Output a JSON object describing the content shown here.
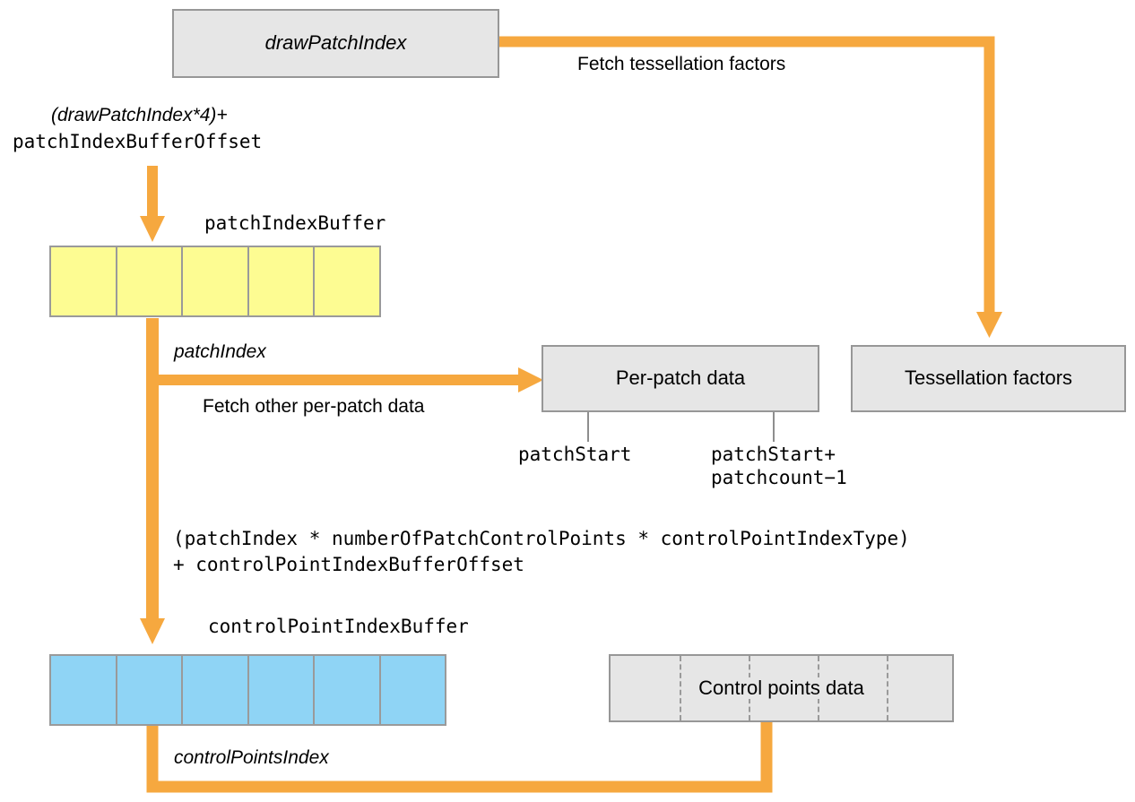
{
  "diagram": {
    "title_box": {
      "label": "drawPatchIndex"
    },
    "edge_labels": {
      "fetch_tess": "Fetch tessellation factors",
      "fetch_perpatch": "Fetch other per-patch data",
      "patch_index": "patchIndex",
      "control_points_index": "controlPointsIndex"
    },
    "offset_expr": {
      "line1": "(drawPatchIndex*4)+",
      "line2": "patchIndexBufferOffset"
    },
    "cp_offset_expr": {
      "line1": "(patchIndex * numberOfPatchControlPoints * controlPointIndexType)",
      "line2": "+ controlPointIndexBufferOffset"
    },
    "patch_index_buffer": {
      "label": "patchIndexBuffer",
      "cell_count": 5
    },
    "control_point_index_buffer": {
      "label": "controlPointIndexBuffer",
      "cell_count": 6
    },
    "per_patch_box": {
      "label": "Per-patch data"
    },
    "per_patch_ticks": {
      "left": "patchStart",
      "right_line1": "patchStart+",
      "right_line2": "patchcount−1"
    },
    "tessellation_box": {
      "label": "Tessellation factors"
    },
    "control_points_box": {
      "label": "Control points data",
      "divider_count": 4
    },
    "colors": {
      "arrow": "#f6a83f",
      "box_fill": "#e6e6e6",
      "box_border": "#979797",
      "buffer_border": "#9a9a9a",
      "patch_index_cell": "#fdfc92",
      "control_point_cell": "#8fd4f5",
      "text": "#000000"
    }
  }
}
